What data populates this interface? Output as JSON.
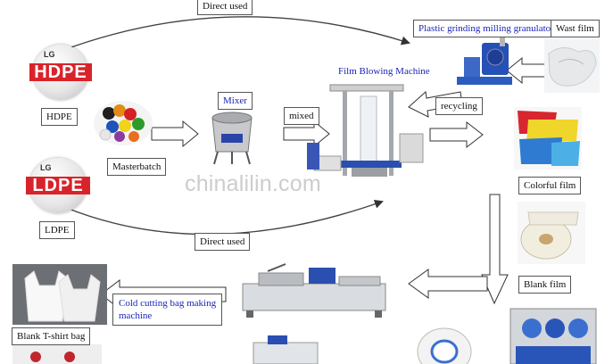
{
  "watermark": "chinalilin.com",
  "labels": {
    "direct_used_top": "Direct used",
    "direct_used_bottom": "Direct used",
    "granulator": "Plastic grinding milling granulator",
    "wast_film": "Wast film",
    "hdpe": "HDPE",
    "ldpe": "LDPE",
    "masterbatch": "Masterbatch",
    "mixer": "Mixer",
    "mixed": "mixed",
    "film_blowing": "Film Blowing Machine",
    "recycling": "recycling",
    "colorful_film": "Colorful film",
    "blank_film": "Blank film",
    "cold_cutting_1": "Cold cutting bag making",
    "cold_cutting_2": "machine",
    "blank_tshirt": "Blank T-shirt bag"
  },
  "badges": {
    "hdpe_text": "HDPE",
    "ldpe_text": "LDPE",
    "brand_text": "LG"
  },
  "colors": {
    "label_blue": "#1a24b8",
    "badge_red": "#d9232a",
    "arrow_stroke": "#333333"
  }
}
